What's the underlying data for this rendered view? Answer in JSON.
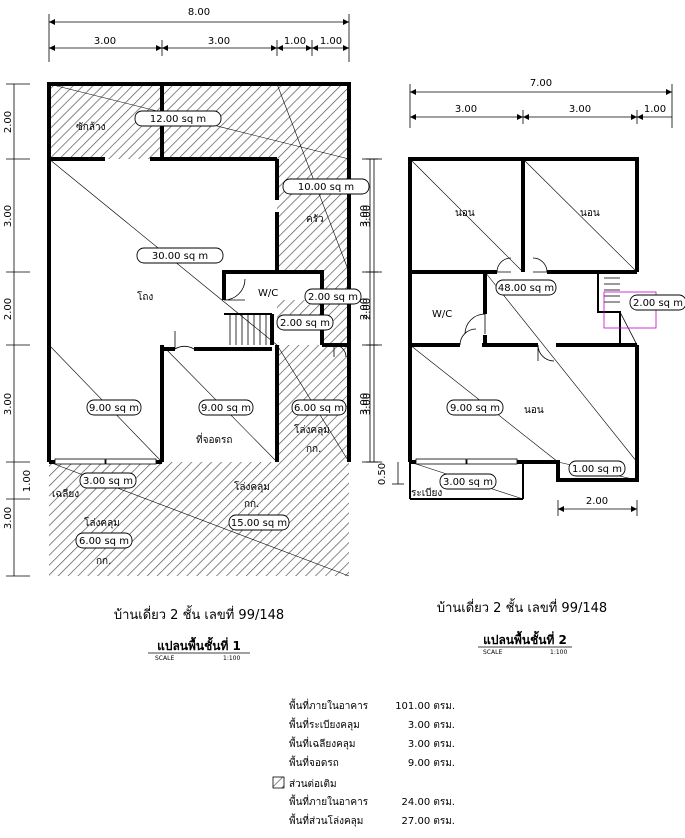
{
  "floor1": {
    "dims_top": {
      "total": "8.00",
      "seg1": "3.00",
      "seg2": "3.00",
      "seg3": "1.00",
      "seg4": "1.00"
    },
    "dims_left": {
      "d1": "2.00",
      "d2": "3.00",
      "d3": "2.00",
      "d4": "3.00",
      "d5": "1.00",
      "d6": "3.00"
    },
    "dims_right": {
      "d1": "3.00",
      "d2": "2.00",
      "d3": "3.00"
    },
    "rooms": {
      "laundry": "ซักล้าง",
      "kitchen": "ครัว",
      "hall": "โถง",
      "wc": "W/C",
      "parking": "ที่จอดรถ",
      "open_roof_right": "โล่งคลุม",
      "open_roof_right_sub": "กก.",
      "terrace": "เฉลียง",
      "open_roof_bottom": "โล่งคลุม",
      "open_roof_bottom_sub": "กก.",
      "open_roof_left": "โล่งคลุม",
      "open_roof_left_sub": "กก."
    },
    "areas": {
      "laundry": "12.00 sq m",
      "kitchen": "10.00 sq m",
      "hall": "30.00 sq m",
      "wc_right": "2.00 sq m",
      "stair": "2.00 sq m",
      "left_bottom": "9.00 sq m",
      "parking": "9.00 sq m",
      "right_corridor": "6.00 sq m",
      "terrace": "3.00 sq m",
      "bottom_right": "15.00 sq m",
      "bottom_left": "6.00 sq m"
    },
    "title": "บ้านเดี่ยว 2 ชั้น เลขที่ 99/148",
    "plan_label": "แปลนพื้นชั้นที่ 1",
    "scale_label": "SCALE",
    "scale_value": "1:100"
  },
  "floor2": {
    "dims_top": {
      "total": "7.00",
      "seg1": "3.00",
      "seg2": "3.00",
      "seg3": "1.00"
    },
    "dims_left": {
      "d1": "3.00",
      "d2": "2.00",
      "d3": "3.00",
      "d4": "0.50"
    },
    "dim_bottom": "2.00",
    "rooms": {
      "bed1": "นอน",
      "bed2": "นอน",
      "wc": "W/C",
      "bed3": "นอน",
      "balcony": "ระเบียง"
    },
    "areas": {
      "hall": "48.00 sq m",
      "stair": "2.00 sq m",
      "bed3": "9.00 sq m",
      "bay": "1.00 sq m",
      "balcony": "3.00 sq m"
    },
    "title": "บ้านเดี่ยว 2 ชั้น เลขที่ 99/148",
    "plan_label": "แปลนพื้นชั้นที่ 2",
    "scale_label": "SCALE",
    "scale_value": "1:100"
  },
  "summary": {
    "rows": [
      {
        "label": "พื้นที่ภายในอาคาร",
        "value": "101.00 ตรม."
      },
      {
        "label": "พื้นที่ระเบียงคลุม",
        "value": "3.00 ตรม."
      },
      {
        "label": "พื้นที่เฉลียงคลุม",
        "value": "3.00 ตรม."
      },
      {
        "label": "พื้นที่จอดรถ",
        "value": "9.00 ตรม."
      }
    ],
    "legend_label": "ส่วนต่อเติม",
    "extra_rows": [
      {
        "label": "พื้นที่ภายในอาคาร",
        "value": "24.00 ตรม."
      },
      {
        "label": "พื้นที่ส่วนโล่งคลุม",
        "value": "27.00 ตรม."
      }
    ]
  }
}
